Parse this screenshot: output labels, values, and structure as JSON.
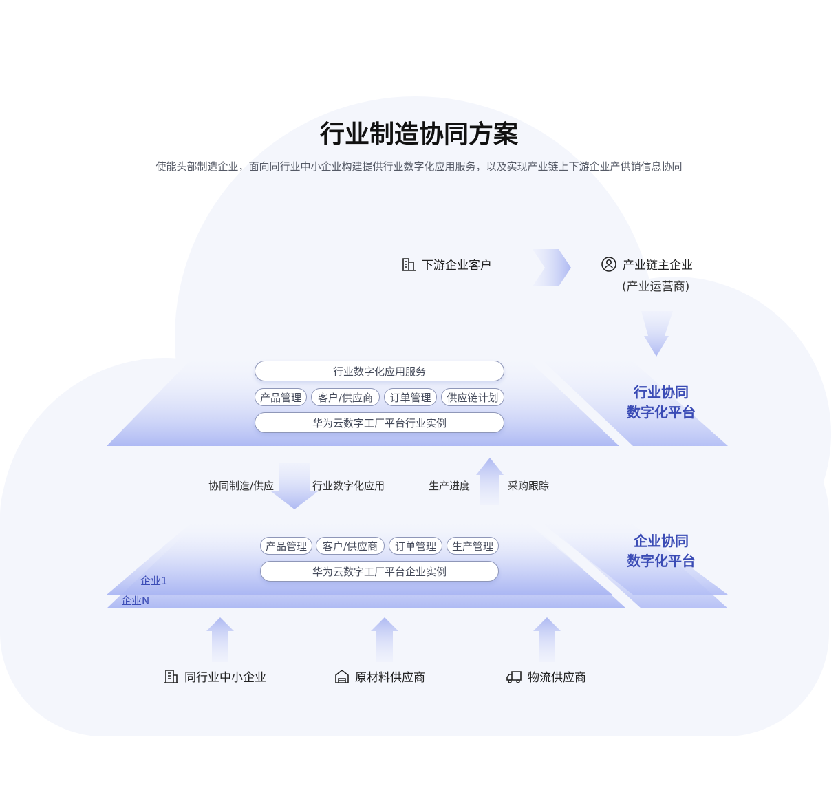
{
  "title": "行业制造协同方案",
  "subtitle": "使能头部制造企业，面向同行业中小企业构建提供行业数字化应用服务，以及实现产业链上下游企业产供销信息协同",
  "top_nodes": {
    "downstream": {
      "label": "下游企业客户",
      "icon": "building-icon"
    },
    "chain_owner": {
      "label": "产业链主企业",
      "sub": "(产业运营商)",
      "icon": "user-badge-icon"
    }
  },
  "industry_platform": {
    "service_title": "行业数字化应用服务",
    "tags": [
      "产品管理",
      "客户/供应商",
      "订单管理",
      "供应链计划"
    ],
    "instance": "华为云数字工厂平台行业实例",
    "side_label_line1": "行业协同",
    "side_label_line2": "数字化平台"
  },
  "flows": {
    "down_left": "协同制造/供应",
    "down_right": "行业数字化应用",
    "up_left": "生产进度",
    "up_right": "采购跟踪"
  },
  "enterprise_platform": {
    "tags": [
      "产品管理",
      "客户/供应商",
      "订单管理",
      "生产管理"
    ],
    "instance": "华为云数字工厂平台企业实例",
    "layer1": "企业1",
    "layerN": "企业N",
    "side_label_line1": "企业协同",
    "side_label_line2": "数字化平台"
  },
  "bottom_nodes": [
    {
      "label": "同行业中小企业",
      "icon": "office-building-icon"
    },
    {
      "label": "原材料供应商",
      "icon": "warehouse-icon"
    },
    {
      "label": "物流供应商",
      "icon": "truck-icon"
    }
  ],
  "colors": {
    "accent": "#3a4bb5",
    "layer": "#aab6f3",
    "cloud": "#f4f6fc"
  }
}
